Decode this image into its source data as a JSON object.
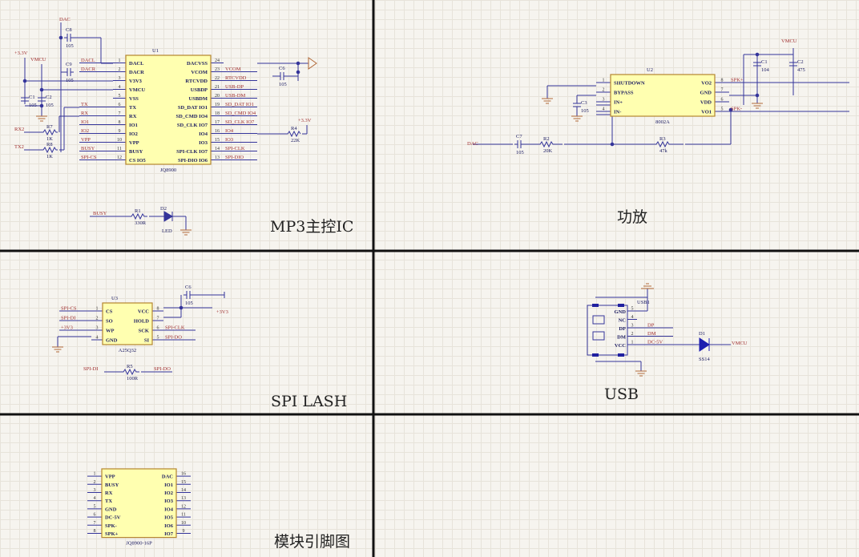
{
  "sections": {
    "mp3": "MP3主控IC",
    "amp": "功放",
    "spi": "SPI LASH",
    "usb": "USB",
    "module": "模块引脚图"
  },
  "chips": {
    "u1": {
      "ref": "U1",
      "part": "JQ8900",
      "left": [
        [
          "1",
          "DACL",
          "DACL"
        ],
        [
          "2",
          "DACR",
          "DACR"
        ],
        [
          "3",
          "V3V3",
          ""
        ],
        [
          "4",
          "VMCU",
          ""
        ],
        [
          "5",
          "VSS",
          ""
        ],
        [
          "6",
          "TX",
          "TX"
        ],
        [
          "7",
          "RX",
          "RX"
        ],
        [
          "8",
          "IO1",
          "IO1"
        ],
        [
          "9",
          "IO2",
          "IO2"
        ],
        [
          "10",
          "VPP",
          "VPP"
        ],
        [
          "11",
          "BUSY",
          "BUSY"
        ],
        [
          "12",
          "CS IO5",
          "SPI-CS"
        ]
      ],
      "right": [
        [
          "24",
          "DACVSS",
          ""
        ],
        [
          "23",
          "VCOM",
          "VCOM"
        ],
        [
          "22",
          "RTCVDD",
          "RTCVDD"
        ],
        [
          "21",
          "USBDP",
          "USB-DP"
        ],
        [
          "20",
          "USBDM",
          "USB-DM"
        ],
        [
          "19",
          "SD_DAT IO1",
          "SD_DAT IO1"
        ],
        [
          "18",
          "SD_CMD IO4",
          "SD_CMD IO4"
        ],
        [
          "17",
          "SD_CLK IO7",
          "SD_CLK IO7"
        ],
        [
          "16",
          "IO4",
          "IO4"
        ],
        [
          "15",
          "IO3",
          "IO3"
        ],
        [
          "14",
          "SPI-CLK IO7",
          "SPI-CLK"
        ],
        [
          "13",
          "SPI-DIO IO6",
          "SPI-DIO"
        ]
      ]
    },
    "u2": {
      "ref": "U2",
      "part": "8002A",
      "left": [
        [
          "1",
          "SHUTDOWN",
          ""
        ],
        [
          "2",
          "BYPASS",
          ""
        ],
        [
          "3",
          "IN+",
          ""
        ],
        [
          "4",
          "IN-",
          ""
        ]
      ],
      "right": [
        [
          "8",
          "VO2",
          "SPK+"
        ],
        [
          "7",
          "GND",
          ""
        ],
        [
          "6",
          "VDD",
          ""
        ],
        [
          "5",
          "VO1",
          "SPK-"
        ]
      ]
    },
    "u3": {
      "ref": "U3",
      "part": "A25Q32",
      "left": [
        [
          "1",
          "CS",
          "SPI-CS"
        ],
        [
          "2",
          "SO",
          "SPI-DI"
        ],
        [
          "3",
          "WP",
          "+3V3"
        ],
        [
          "4",
          "GND",
          ""
        ]
      ],
      "right": [
        [
          "8",
          "VCC",
          ""
        ],
        [
          "7",
          "HOLD",
          ""
        ],
        [
          "6",
          "SCK",
          "SPI-CLK"
        ],
        [
          "5",
          "SI",
          "SPI-DO"
        ]
      ]
    },
    "usb1": {
      "ref": "USB1",
      "part": "",
      "left": [],
      "right": [
        [
          "5",
          "GND",
          ""
        ],
        [
          "4",
          "NC",
          ""
        ],
        [
          "3",
          "DP",
          "DP"
        ],
        [
          "2",
          "DM",
          "DM"
        ],
        [
          "1",
          "VCC",
          "DC-5V"
        ]
      ]
    },
    "m16": {
      "ref": "",
      "part": "JQ8900-16P",
      "left": [
        [
          "1",
          "VPP",
          ""
        ],
        [
          "2",
          "BUSY",
          ""
        ],
        [
          "3",
          "RX",
          ""
        ],
        [
          "4",
          "TX",
          ""
        ],
        [
          "5",
          "GND",
          ""
        ],
        [
          "6",
          "DC-5V",
          ""
        ],
        [
          "7",
          "SPK-",
          ""
        ],
        [
          "8",
          "SPK+",
          ""
        ]
      ],
      "right": [
        [
          "16",
          "DAC",
          ""
        ],
        [
          "15",
          "IO1",
          ""
        ],
        [
          "14",
          "IO2",
          ""
        ],
        [
          "13",
          "IO3",
          ""
        ],
        [
          "12",
          "IO4",
          ""
        ],
        [
          "11",
          "IO5",
          ""
        ],
        [
          "10",
          "IO6",
          ""
        ],
        [
          "9",
          "IO7",
          ""
        ]
      ]
    }
  },
  "parts": [
    {
      "ref": "C8",
      "value": "105"
    },
    {
      "ref": "C9",
      "value": "105"
    },
    {
      "ref": "C1",
      "value": "105"
    },
    {
      "ref": "C2",
      "value": "105"
    },
    {
      "ref": "C3",
      "value": "105"
    },
    {
      "ref": "C6",
      "value": "105"
    },
    {
      "ref": "R7",
      "value": "1K"
    },
    {
      "ref": "R8",
      "value": "1K"
    },
    {
      "ref": "R4",
      "value": "22K"
    },
    {
      "ref": "R1",
      "value": "330R"
    },
    {
      "ref": "D2",
      "value": "LED"
    },
    {
      "ref": "C1",
      "value": "104"
    },
    {
      "ref": "C2",
      "value": "475"
    },
    {
      "ref": "C3",
      "value": "105"
    },
    {
      "ref": "C7",
      "value": "105"
    },
    {
      "ref": "R2",
      "value": "20K"
    },
    {
      "ref": "R3",
      "value": "47k"
    },
    {
      "ref": "C6",
      "value": "105"
    },
    {
      "ref": "R5",
      "value": "100R"
    },
    {
      "ref": "D1",
      "value": "SS14"
    }
  ],
  "nets": {
    "dac": "DAC",
    "v33": "+3.3V",
    "vmcu": "VMCU",
    "rx2": "RX2",
    "tx2": "TX2",
    "v33b": "+3.3V",
    "busy": "BUSY",
    "amp_dac": "DAC",
    "amp_vmcu": "VMCU",
    "spi_v33": "+3V3",
    "spi_di": "SPI-DI",
    "spi_do": "SPI-DO",
    "usb_vmcu": "VMCU"
  },
  "colors": {
    "wire": "#34349a",
    "chip_fill": "#ffffb0",
    "chip_border": "#b5852f",
    "net": "#a03030"
  }
}
